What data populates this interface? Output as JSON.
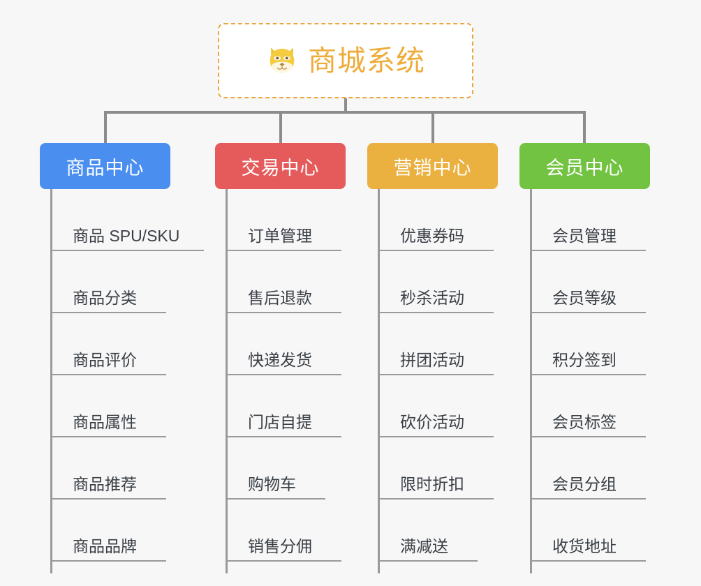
{
  "background_color": "#f7f7f7",
  "root": {
    "title": "商城系统",
    "icon": "shiba-dog-face-icon",
    "text_color": "#eeac3a",
    "border_color": "#eba73f",
    "background_color": "#ffffff"
  },
  "connector_color": "#8c8c8c",
  "branches": [
    {
      "label": "商品中心",
      "color": "#4a8ef0",
      "items": [
        "商品 SPU/SKU",
        "商品分类",
        "商品评价",
        "商品属性",
        "商品推荐",
        "商品品牌"
      ]
    },
    {
      "label": "交易中心",
      "color": "#e55b5b",
      "items": [
        "订单管理",
        "售后退款",
        "快递发货",
        "门店自提",
        "购物车",
        "销售分佣"
      ]
    },
    {
      "label": "营销中心",
      "color": "#eab040",
      "items": [
        "优惠券码",
        "秒杀活动",
        "拼团活动",
        "砍价活动",
        "限时折扣",
        "满减送"
      ]
    },
    {
      "label": "会员中心",
      "color": "#73c342",
      "items": [
        "会员管理",
        "会员等级",
        "积分签到",
        "会员标签",
        "会员分组",
        "收货地址"
      ]
    }
  ]
}
